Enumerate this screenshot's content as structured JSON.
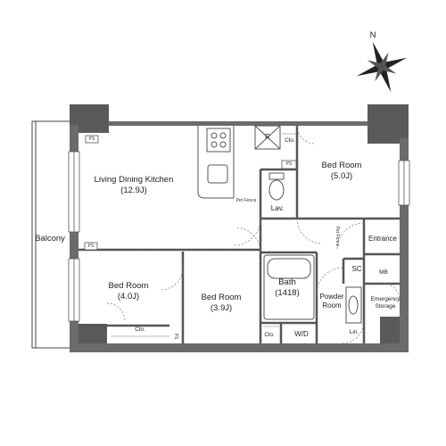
{
  "compass": {
    "north": "N"
  },
  "balcony": {
    "label": "Balcony"
  },
  "rooms": {
    "ldk": {
      "name": "Living Dining Kitchen",
      "size": "(12.9J)"
    },
    "bed_ne": {
      "name": "Bed Room",
      "size": "(5.0J)"
    },
    "bed_w": {
      "name": "Bed Room",
      "size": "(4.0J)"
    },
    "bed_s": {
      "name": "Bed Room",
      "size": "(3.9J)"
    },
    "bath": {
      "name": "Bath",
      "size": "(1418)"
    }
  },
  "labels": {
    "lav": "Lav.",
    "entrance": "Entrance",
    "sc": "SC",
    "mb": "MB",
    "powder_1": "Powder",
    "powder_2": "Room",
    "emergency_1": "Emergency",
    "emergency_2": "Storage",
    "wd": "W/D",
    "lin": "Lin.",
    "clo_top": "Clo.",
    "clo_bath": "Clo.",
    "clo_bed": "Clo.",
    "r": "R",
    "ps_top": "PS",
    "ps_mid": "PS",
    "ps_left": "PS",
    "ps_bal": "PS",
    "pet_fence_kitchen": "Pet Fence",
    "pet_fence_hall": "Pet Fence"
  }
}
